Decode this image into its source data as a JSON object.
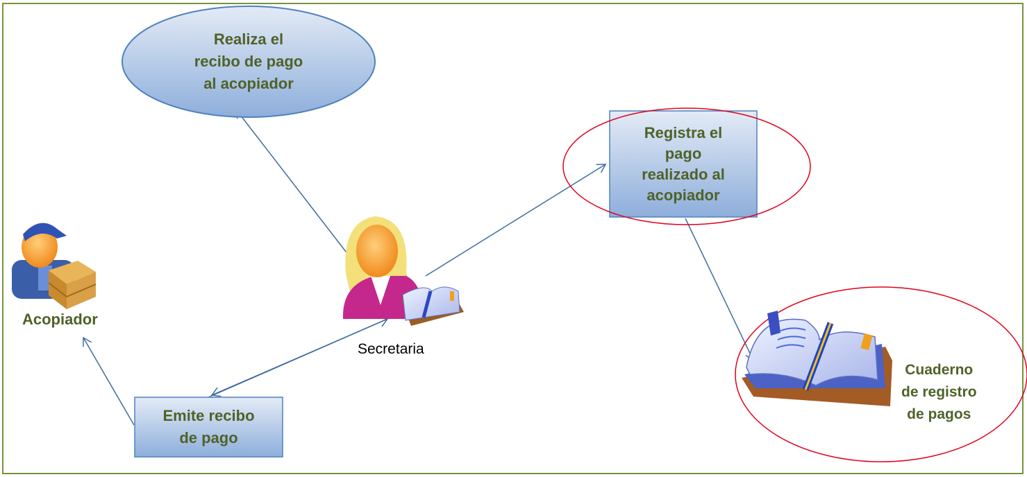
{
  "diagram": {
    "nodes": {
      "realiza": "Realiza el\nrecibo de pago\nal acopiador",
      "registra": "Registra el\npago\nrealizado al\nacopiador",
      "emite": "Emite recibo\nde pago"
    },
    "actors": {
      "acopiador": "Acopiador",
      "secretaria": "Secretaria",
      "cuaderno": "Cuaderno\nde registro\nde pagos"
    },
    "colors": {
      "frame": "#77933c",
      "node_fill_top": "#dce6f2",
      "node_fill_bottom": "#95b3d7",
      "node_border": "#4f81bd",
      "text_green": "#4f6228",
      "arrow": "#3f6d9e",
      "highlight": "#e0001b"
    }
  }
}
